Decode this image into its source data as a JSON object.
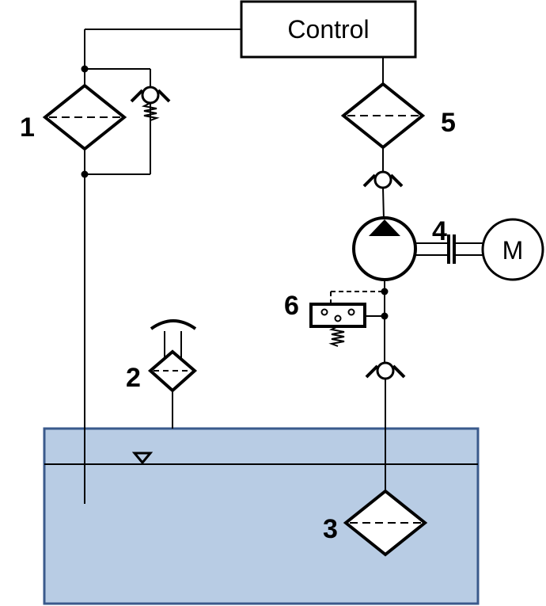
{
  "control": {
    "label": "Control"
  },
  "motor": {
    "label": "M"
  },
  "labels": {
    "l1": "1",
    "l2": "2",
    "l3": "3",
    "l4": "4",
    "l5": "5",
    "l6": "6"
  },
  "colors": {
    "tank_fill": "#b8cce4",
    "tank_border": "#3a5a8c",
    "line": "#000000"
  }
}
